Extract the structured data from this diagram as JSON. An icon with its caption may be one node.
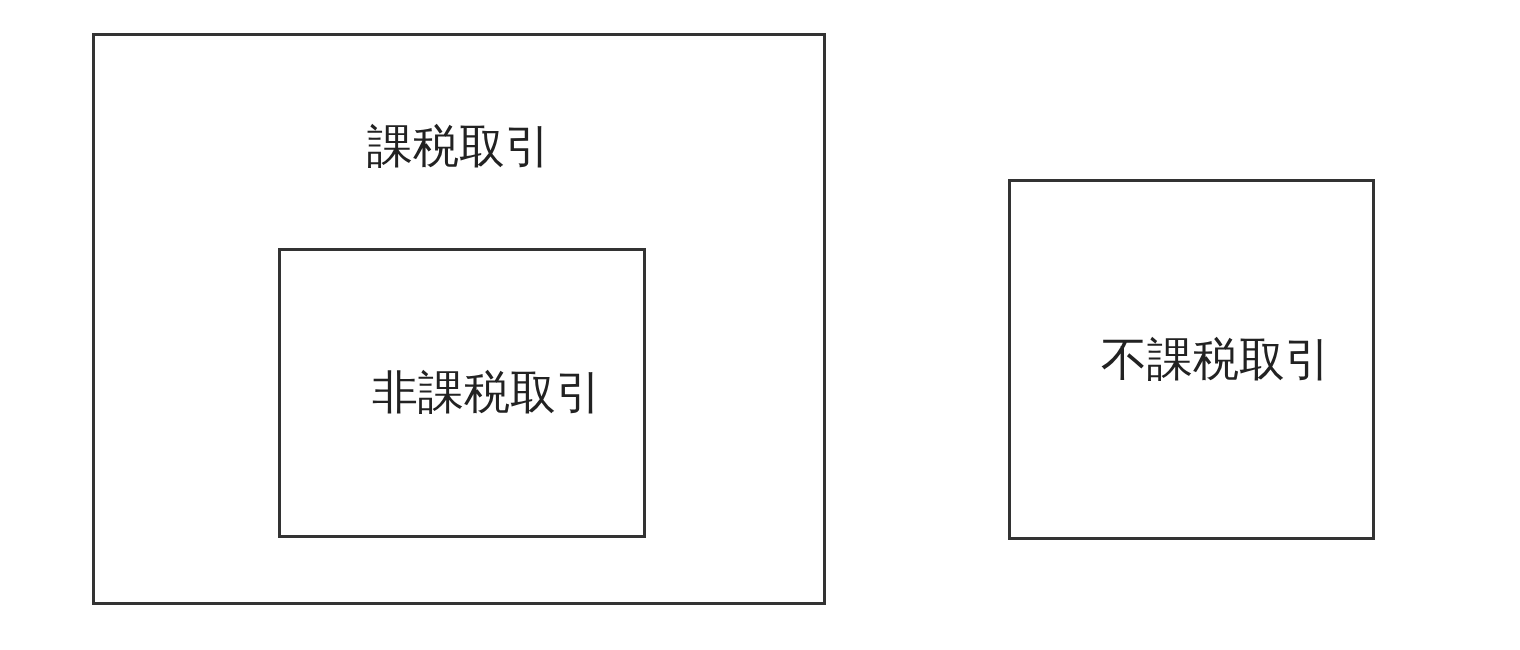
{
  "diagram": {
    "nodes": [
      {
        "text": [
          "課税取引"
        ]
      },
      {
        "text": [
          "非課税取引"
        ],
        "in": 0
      },
      {
        "text": [
          "不課税取引"
        ]
      }
    ]
  }
}
